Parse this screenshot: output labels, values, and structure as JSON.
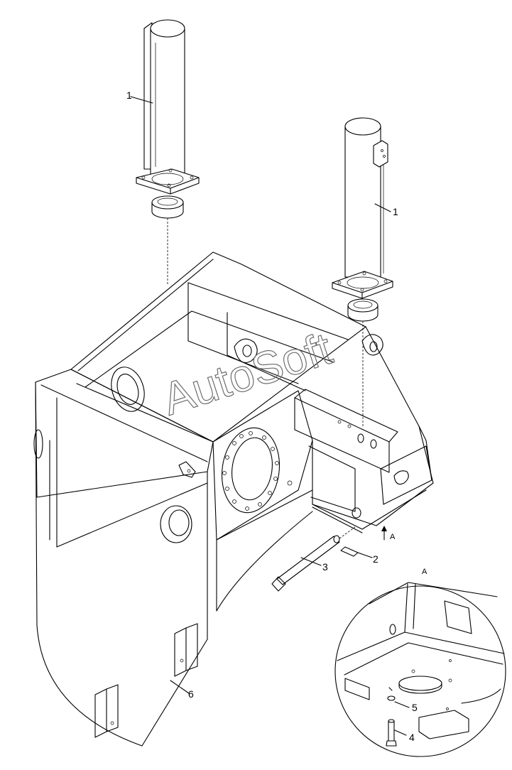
{
  "watermark": "AutoSoft",
  "view_label_detail": "A",
  "view_label_arrow": "A",
  "callouts": {
    "cyl_left": "1",
    "cyl_right": "1",
    "pin_clip": "2",
    "pin": "3",
    "bolt": "4",
    "washer": "5",
    "bracket": "6"
  }
}
